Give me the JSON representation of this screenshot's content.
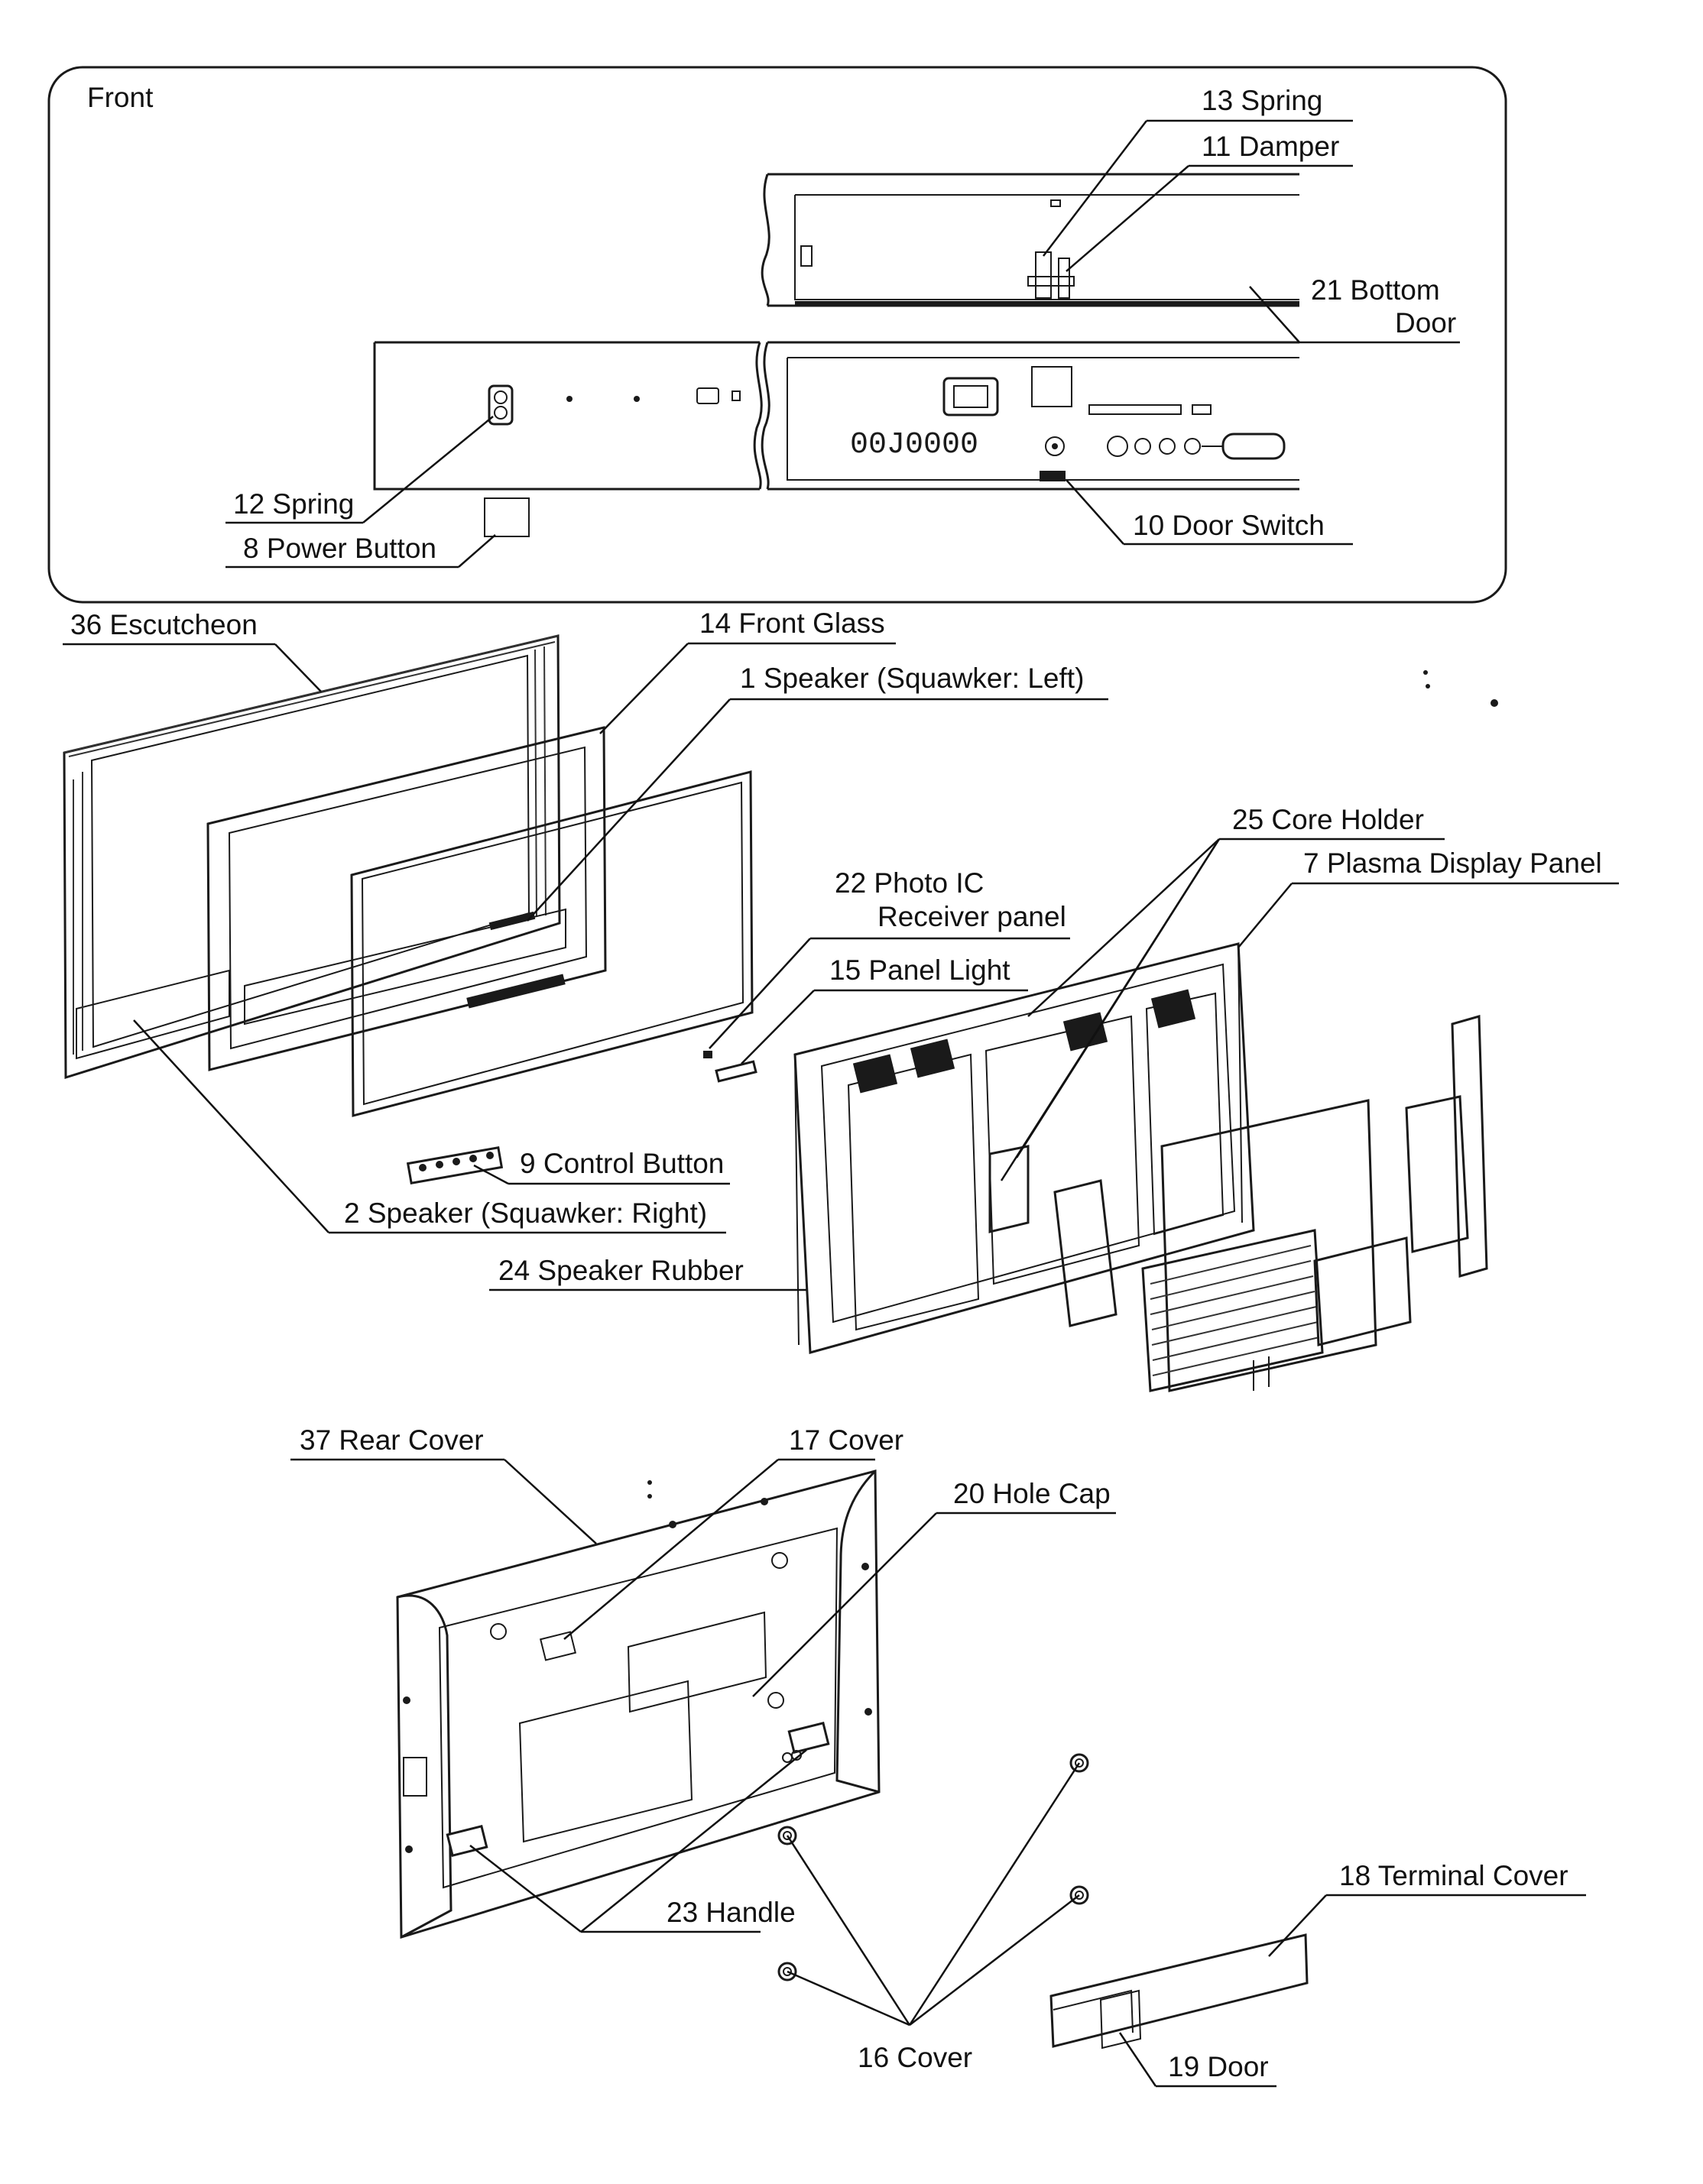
{
  "inset": {
    "title": "Front"
  },
  "labels": {
    "spring_13": "13 Spring",
    "damper_11": "11 Damper",
    "bottom_door_21_line1": "21 Bottom",
    "bottom_door_21_line2": "Door",
    "spring_12": "12 Spring",
    "power_button_8": "8 Power Button",
    "door_switch_10": "10 Door Switch",
    "escutcheon_36": "36 Escutcheon",
    "front_glass_14": "14 Front Glass",
    "speaker_left_1": "1 Speaker (Squawker: Left)",
    "core_holder_25": "25 Core Holder",
    "plasma_panel_7": "7 Plasma Display Panel",
    "photo_ic_22_line1": "22 Photo IC",
    "photo_ic_22_line2": "Receiver panel",
    "panel_light_15": "15 Panel Light",
    "control_button_9": "9 Control Button",
    "speaker_right_2": "2 Speaker (Squawker: Right)",
    "speaker_rubber_24": "24 Speaker Rubber",
    "rear_cover_37": "37 Rear Cover",
    "cover_17": "17 Cover",
    "hole_cap_20": "20 Hole Cap",
    "terminal_cover_18": "18 Terminal Cover",
    "handle_23": "23 Handle",
    "cover_16": "16 Cover",
    "door_19": "19 Door"
  },
  "inset_panel": {
    "digits": "00J0000"
  }
}
